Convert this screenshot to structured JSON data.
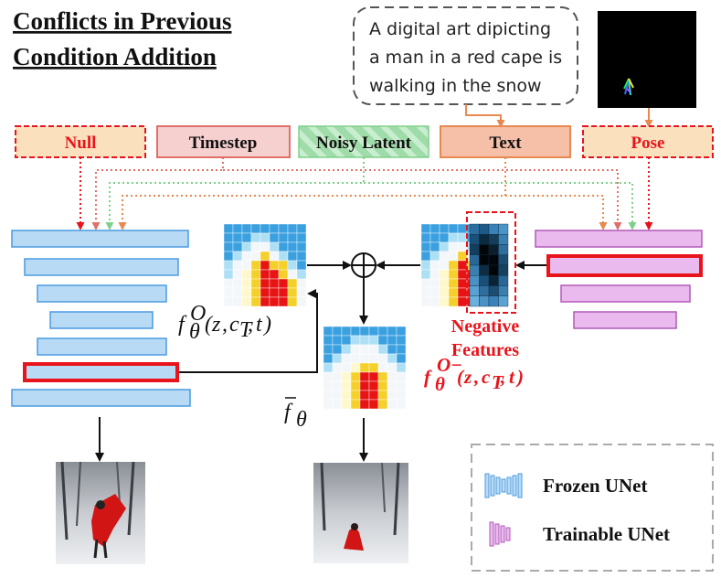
{
  "title_line1": "Conflicts in Previous",
  "title_line2": "Condition Addition",
  "prompt_lines": [
    "A digital art dipicting",
    "a man in a red cape is",
    "walking in the snow"
  ],
  "inputs": {
    "null": "Null",
    "timestep": "Timestep",
    "noisy_latent": "Noisy Latent",
    "text": "Text",
    "pose": "Pose"
  },
  "operator_symbol": "⊕",
  "negative_label_1": "Negative",
  "negative_label_2": "Features",
  "legend": {
    "frozen": "Frozen UNet",
    "trainable": "Trainable UNet"
  },
  "colors": {
    "frozen_fill": "#b8daf5",
    "frozen_stroke": "#4a9be0",
    "trainable_fill": "#eab9ee",
    "trainable_stroke": "#b15ab8",
    "highlight": "#e8141b",
    "null_pose_fill": "#fbe0be",
    "timestep_fill": "#f6cfcf",
    "latent_fill": "#a4e0ae",
    "text_fill": "#f6c0a8"
  }
}
